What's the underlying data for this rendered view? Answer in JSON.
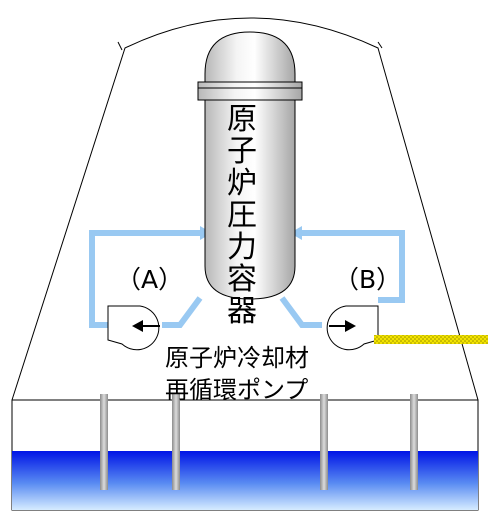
{
  "vessel": {
    "label_chars": [
      "原",
      "子",
      "炉",
      "圧",
      "力",
      "容",
      "器"
    ]
  },
  "pumps": {
    "a_label": "（A）",
    "b_label": "（B）",
    "caption_line1": "原子炉冷却材",
    "caption_line2": "再循環ポンプ"
  },
  "colors": {
    "pipe": "#99c9f2",
    "pool_top": "#0014e6",
    "pool_bottom": "#d6ecff",
    "rod": "#a8a8a8",
    "yellow_line": "#f2e300"
  }
}
